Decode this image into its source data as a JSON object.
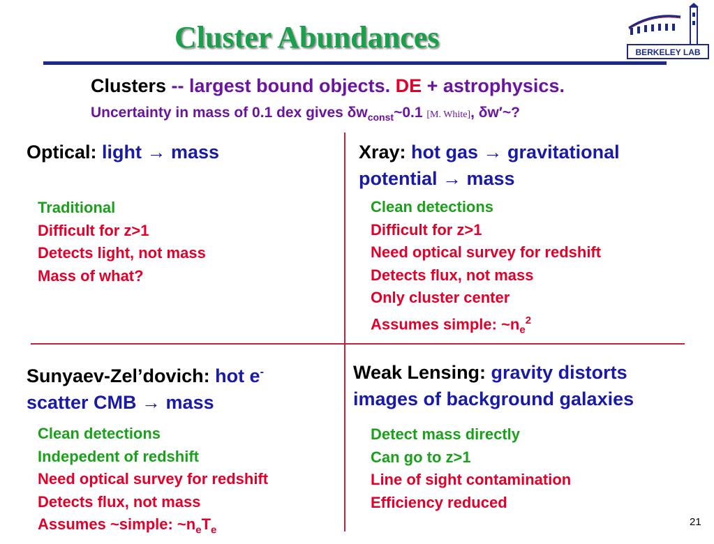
{
  "title": "Cluster Abundances",
  "logo": {
    "text": "BERKELEY LAB"
  },
  "subtitle1": {
    "a": "Clusters",
    "b": " -- ",
    "c": "largest bound objects. ",
    "d": "DE",
    "e": " + ",
    "f": "astrophysics."
  },
  "subtitle2": {
    "a": "Uncertainty in mass of 0.1 dex gives δw",
    "sub": "const",
    "b": "~0.1 ",
    "cite": "[M. White]",
    "c": ", δw′~?"
  },
  "optical": {
    "label": "Optical: ",
    "desc": "light → mass",
    "items": [
      {
        "text": "Traditional",
        "color": "green"
      },
      {
        "text": "Difficult for z>1",
        "color": "red"
      },
      {
        "text": "Detects light, not mass",
        "color": "red"
      },
      {
        "text": "Mass of what?",
        "color": "red"
      }
    ]
  },
  "xray": {
    "label": "Xray: ",
    "desc1": "hot gas → gravitational",
    "desc2": "potential → mass",
    "items": [
      {
        "text": "Clean detections",
        "color": "green"
      },
      {
        "text": "Difficult for z>1",
        "color": "red"
      },
      {
        "text": "Need optical survey for redshift",
        "color": "red"
      },
      {
        "text": "Detects flux, not mass",
        "color": "red"
      },
      {
        "text": "Only cluster center",
        "color": "red"
      }
    ],
    "last": {
      "text": "Assumes simple: ~n",
      "sub": "e",
      "sup": "2"
    }
  },
  "sz": {
    "label": "Sunyaev-Zel’dovich: ",
    "desc1": "hot e",
    "desc1_sup": "-",
    "desc2": "scatter CMB → mass",
    "items": [
      {
        "text": "Clean detections",
        "color": "green"
      },
      {
        "text": "Indepedent of redshift",
        "color": "green"
      },
      {
        "text": "Need optical survey for redshift",
        "color": "red"
      },
      {
        "text": "Detects flux, not mass",
        "color": "red"
      }
    ],
    "last": {
      "a": "Assumes ~simple: ~n",
      "sub1": "e",
      "b": "T",
      "sub2": "e"
    }
  },
  "lensing": {
    "label": "Weak Lensing: ",
    "desc1": "gravity distorts",
    "desc2": "images of background galaxies",
    "items": [
      {
        "text": "Detect mass directly",
        "color": "green"
      },
      {
        "text": "Can go to z>1",
        "color": "green"
      },
      {
        "text": "Line of sight contamination",
        "color": "red"
      },
      {
        "text": "Efficiency reduced",
        "color": "red"
      }
    ]
  },
  "page_number": "21",
  "colors": {
    "title": "#1aa04a",
    "rule": "#1b2a8a",
    "purple": "#6a14a0",
    "red": "#e0002a",
    "blue": "#1a1aa8",
    "green": "#1aa01a",
    "divider": "#c8203a"
  }
}
